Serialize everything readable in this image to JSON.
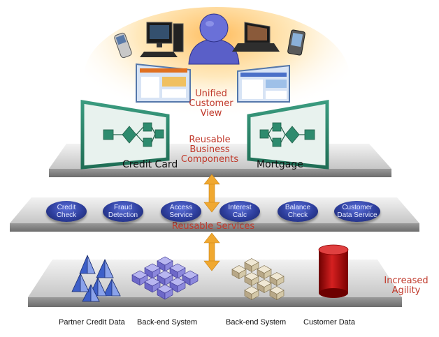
{
  "labels": {
    "unified_view": "Unified\nCustomer\nView",
    "reusable_business_components": "Reusable\nBusiness\nComponents",
    "credit_card": "Credit Card",
    "mortgage": "Mortgage",
    "reusable_services": "Reusable Services",
    "increased_agility": "Increased\nAgility"
  },
  "services": [
    {
      "label": "Credit\nCheck"
    },
    {
      "label": "Fraud\nDetection"
    },
    {
      "label": "Access\nService"
    },
    {
      "label": "Interest\nCalc"
    },
    {
      "label": "Balance\nCheck"
    },
    {
      "label": "Customer\nData Service"
    }
  ],
  "data_sources": [
    {
      "label": "Partner Credit Data",
      "icon": "pyramid-cluster-icon"
    },
    {
      "label": "Back-end System",
      "icon": "purple-cubes-icon"
    },
    {
      "label": "Back-end System",
      "icon": "tan-cubes-icon"
    },
    {
      "label": "Customer Data",
      "icon": "database-cylinder-icon"
    }
  ],
  "colors": {
    "label_red": "#c0392b",
    "service_blue": "#2e3f9e",
    "arrow_orange": "#f0a830",
    "component_green": "#2e8b6e",
    "database_red": "#b21010"
  }
}
